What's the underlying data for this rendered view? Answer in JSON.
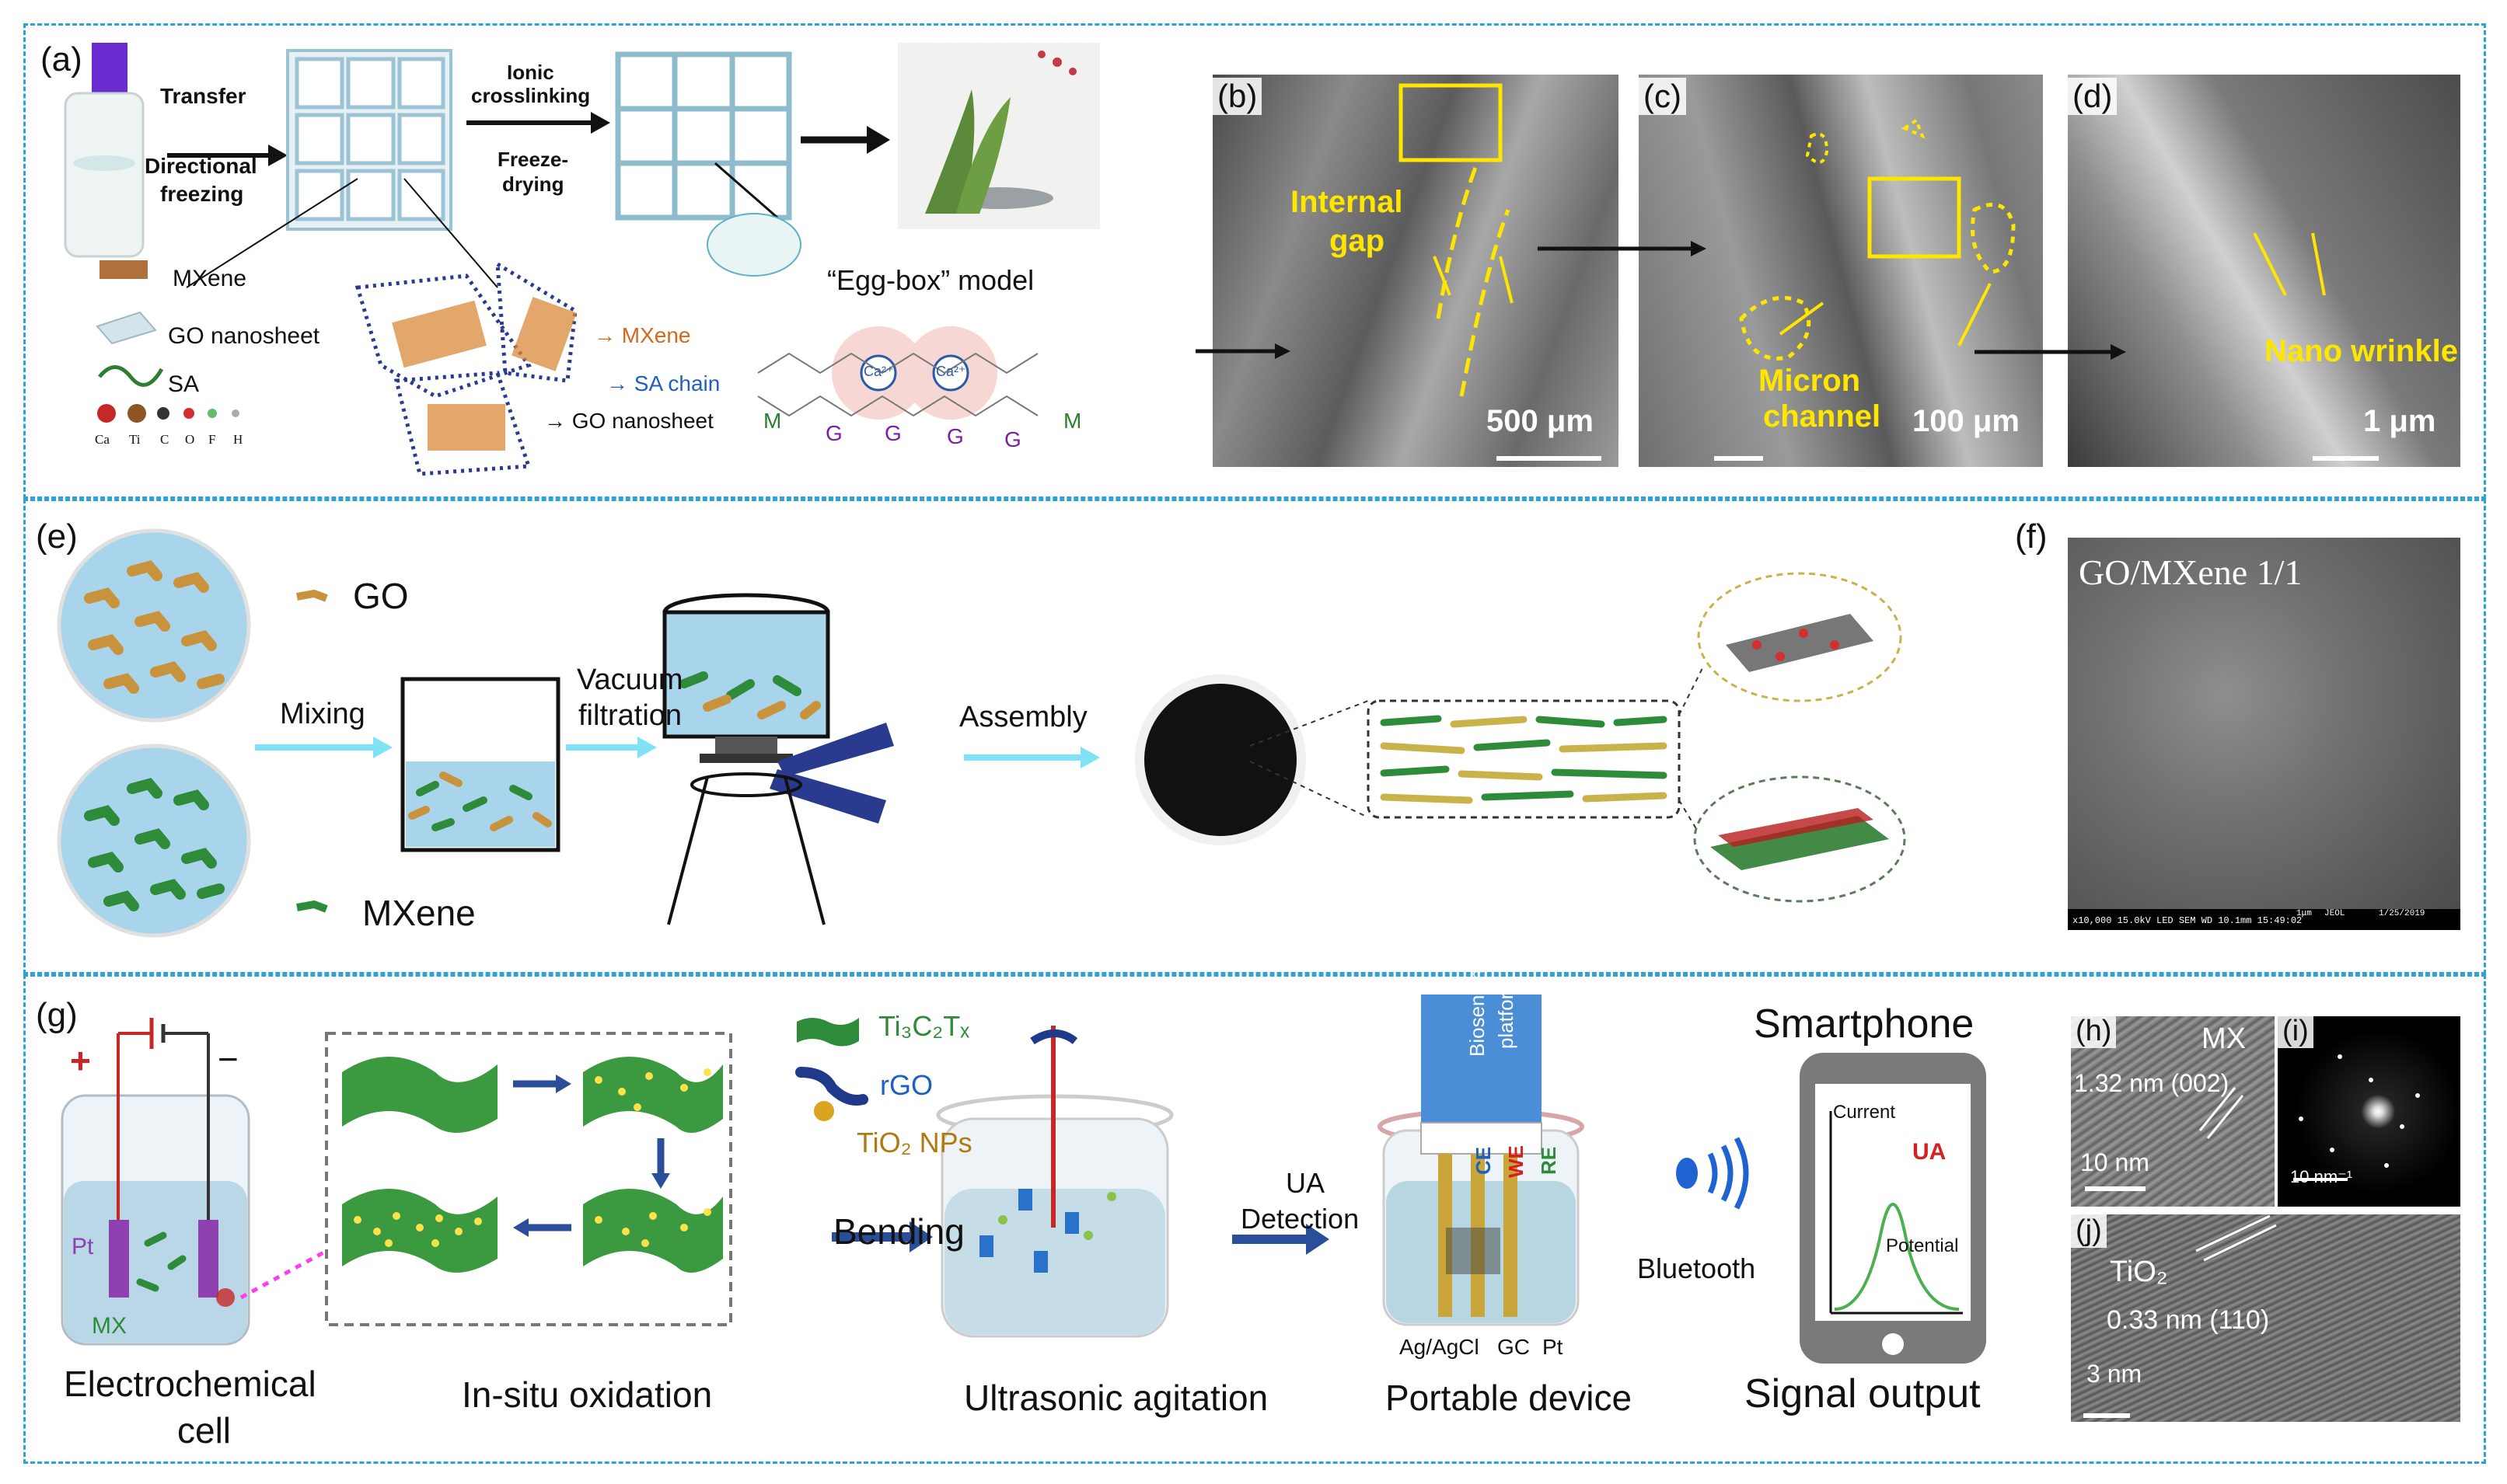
{
  "panel_a": {
    "label": "(a)",
    "step1_top": "Transfer",
    "step1_bottom_1": "Directional",
    "step1_bottom_2": "freezing",
    "step2_top_1": "Ionic",
    "step2_top_2": "crosslinking",
    "step2_bottom_1": "Freeze-",
    "step2_bottom_2": "drying",
    "legend_mxene": "MXene",
    "legend_go": "GO nanosheet",
    "legend_sa": "SA",
    "atoms": [
      "Ca",
      "Ti",
      "C",
      "O",
      "F",
      "H"
    ],
    "callout_mxene": "→ MXene",
    "callout_sa": "→ SA chain",
    "callout_go": "→ GO nanosheet",
    "egg_box_title": "“Egg-box” model",
    "egg_box_ion": "Ca²⁺",
    "egg_box_units": [
      "M",
      "G",
      "G",
      "G",
      "G",
      "M"
    ]
  },
  "panel_b": {
    "label": "(b)",
    "annot_1": "Internal",
    "annot_2": "gap",
    "scale": "500 μm"
  },
  "panel_c": {
    "label": "(c)",
    "annot_1": "Micron",
    "annot_2": "channel",
    "scale": "100 μm"
  },
  "panel_d": {
    "label": "(d)",
    "annot": "Nano wrinkle",
    "scale": "1 μm"
  },
  "panel_e": {
    "label": "(e)",
    "legend_go": "GO",
    "legend_mxene": "MXene",
    "step_mixing": "Mixing",
    "step_vacuum_1": "Vacuum",
    "step_vacuum_2": "filtration",
    "step_assembly": "Assembly"
  },
  "panel_f": {
    "label": "(f)",
    "title": "GO/MXene 1/1",
    "footer": "x10,000   15.0kV LED        SEM   WD 10.1mm 15:49:02",
    "footer_scale": "1μm",
    "footer_brand": "JEOL",
    "footer_date": "1/25/2019"
  },
  "panel_g": {
    "label": "(g)",
    "plus": "+",
    "minus": "−",
    "electrode_pt": "Pt",
    "electrode_mx": "MX",
    "cell_caption_1": "Electrochemical",
    "cell_caption_2": "cell",
    "oxidation_caption": "In-situ oxidation",
    "legend_ti3c2tx": "Ti₃C₂Tₓ",
    "legend_rgo": "rGO",
    "legend_tio2": "TiO₂ NPs",
    "step_bending": "Bending",
    "ultra_caption": "Ultrasonic agitation",
    "step_ua_1": "UA",
    "step_ua_2": "Detection",
    "platform_1": "Biosensing",
    "platform_2": "platform",
    "electrode_labels": [
      "CE",
      "WE",
      "RE"
    ],
    "electrode_bottom": [
      "Ag/AgCl",
      "GC",
      "Pt"
    ],
    "device_caption": "Portable device",
    "bluetooth": "Bluetooth",
    "phone_title": "Smartphone",
    "phone_current": "Current",
    "phone_ua": "UA",
    "phone_potential": "Potential",
    "phone_caption": "Signal output"
  },
  "panel_h": {
    "label": "(h)",
    "mx": "MX",
    "spacing": "1.32 nm (002)",
    "scale": "10 nm"
  },
  "panel_i": {
    "label": "(i)",
    "scale": "10 nm⁻¹"
  },
  "panel_j": {
    "label": "(j)",
    "tio2": "TiO₂",
    "spacing": "0.33 nm (110)",
    "scale": "3 nm"
  },
  "colors": {
    "frame": "#2aa3d6",
    "mxene_orange": "#d2691e",
    "sa_blue": "#1f5fbf",
    "go_tan": "#c9933e",
    "mxene_green": "#2e8b3a",
    "arrow_cyan": "#7fe3f5",
    "arrow_navy": "#2a4e9a",
    "ua_red": "#d62020",
    "annot_yellow": "#ffe600"
  }
}
